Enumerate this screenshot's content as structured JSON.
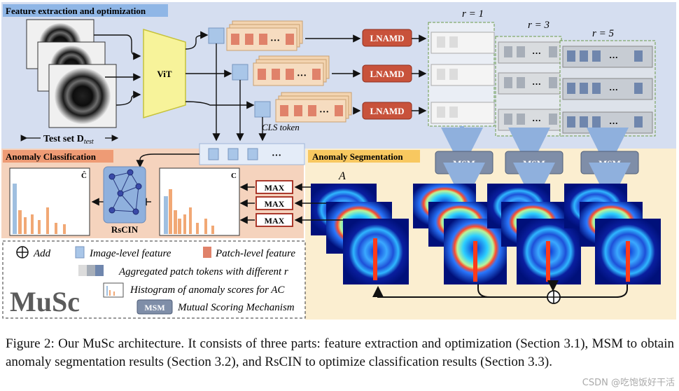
{
  "sections": {
    "feature": "Feature extraction and optimization",
    "classification": "Anomaly Classification",
    "segmentation": "Anomaly Segmentation"
  },
  "labels": {
    "vit": "ViT",
    "lnamd": "LNAMD",
    "msm": "MSM",
    "max": "MAX",
    "rscin": "RsCIN",
    "cls_token": "CLS token",
    "test_set": "Test set D",
    "test_sub": "test",
    "r1": "r = 1",
    "r3": "r = 3",
    "r5": "r = 5",
    "ellipsis": "···",
    "score_a": "A",
    "c_hat": "Ĉ",
    "c": "C"
  },
  "legend": {
    "add": "Add",
    "image_feature": "Image-level feature",
    "patch_feature": "Patch-level feature",
    "aggregated": "Aggregated patch tokens with different r",
    "histogram": "Histogram of anomaly scores for AC",
    "msm_badge": "MSM",
    "msm_desc": "Mutual Scoring Mechanism",
    "title": "MuSc"
  },
  "caption": "Figure 2:   Our MuSc architecture. It consists of three parts: feature extraction and optimization (Section 3.1), MSM to obtain anomaly segmentation results (Section 3.2), and RsCIN to optimize classification results (Section 3.3).",
  "watermark": "CSDN @吃饱饭好干活",
  "colors": {
    "feature_bg": "#d5def0",
    "classification_bg": "#f5d3bd",
    "segmentation_bg": "#fbeed0",
    "vit": "#f7f39a",
    "lnamd": "#c8523b",
    "msm": "#7f8ea8",
    "image_feature": "#a9c6e8",
    "patch_feature": "#e0826a"
  }
}
